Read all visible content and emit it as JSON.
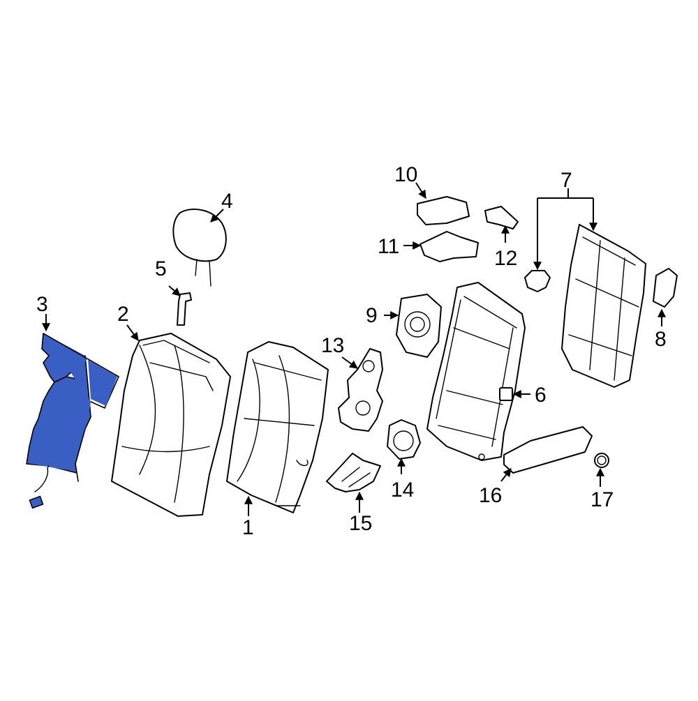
{
  "diagram": {
    "highlight_color": "#3a5fc4",
    "line_color": "#000000",
    "background": "#ffffff",
    "callouts": [
      {
        "id": "1",
        "label": "1"
      },
      {
        "id": "2",
        "label": "2"
      },
      {
        "id": "3",
        "label": "3",
        "highlighted": true
      },
      {
        "id": "4",
        "label": "4"
      },
      {
        "id": "5",
        "label": "5"
      },
      {
        "id": "6",
        "label": "6"
      },
      {
        "id": "7",
        "label": "7"
      },
      {
        "id": "8",
        "label": "8"
      },
      {
        "id": "9",
        "label": "9"
      },
      {
        "id": "10",
        "label": "10"
      },
      {
        "id": "11",
        "label": "11"
      },
      {
        "id": "12",
        "label": "12"
      },
      {
        "id": "13",
        "label": "13"
      },
      {
        "id": "14",
        "label": "14"
      },
      {
        "id": "15",
        "label": "15"
      },
      {
        "id": "16",
        "label": "16"
      },
      {
        "id": "17",
        "label": "17"
      }
    ]
  }
}
